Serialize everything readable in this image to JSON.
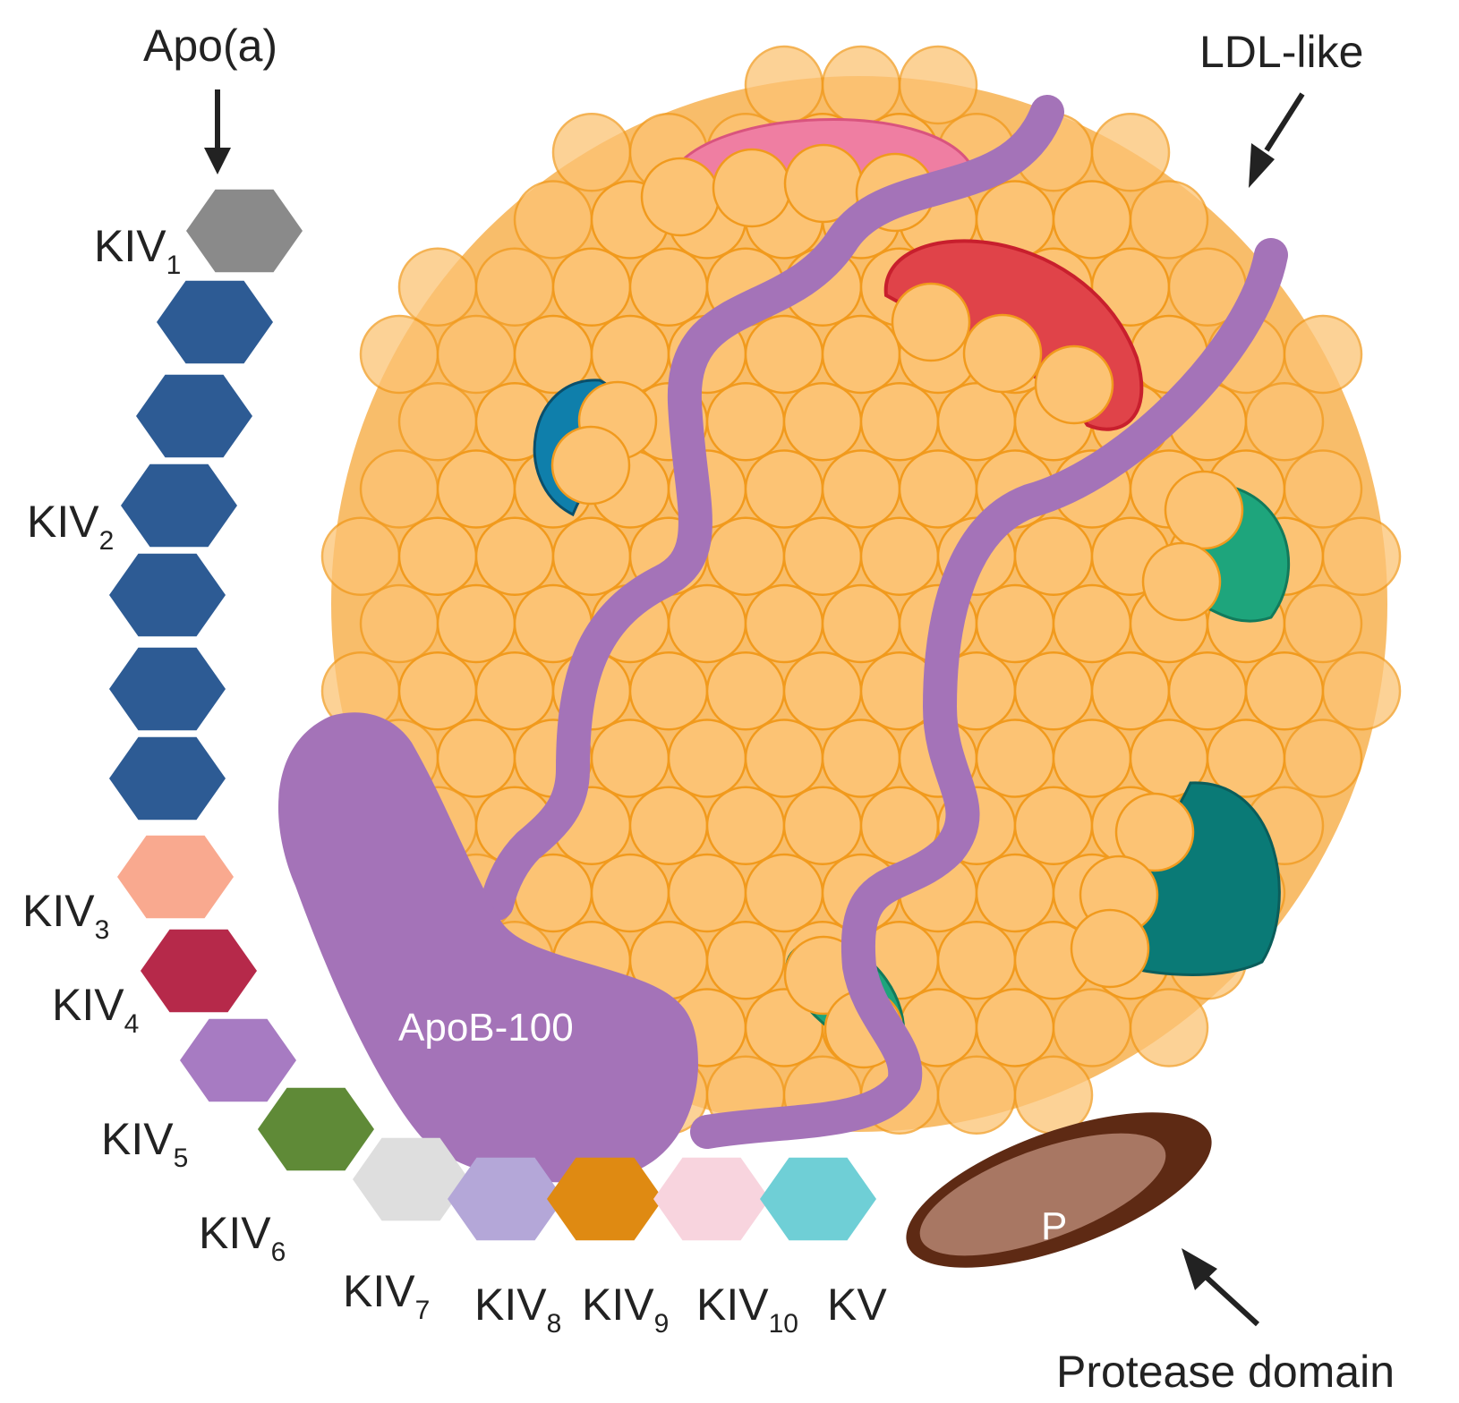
{
  "labels": {
    "apo_a": "Apo(a)",
    "ldl_like": "LDL-like",
    "apob100": "ApoB-100",
    "protease_domain": "Protease domain",
    "protease_letter": "P"
  },
  "kringles": [
    {
      "name": "KIV",
      "sub": "1",
      "color": "#8a8a8a"
    },
    {
      "name": "KIV",
      "sub": "2",
      "color": "#2d5b94"
    },
    {
      "name": "KIV",
      "sub": "3",
      "color": "#f9a98f"
    },
    {
      "name": "KIV",
      "sub": "4",
      "color": "#b6294a"
    },
    {
      "name": "KIV",
      "sub": "5",
      "color": "#a77bc2"
    },
    {
      "name": "KIV",
      "sub": "6",
      "color": "#5f8a37"
    },
    {
      "name": "KIV",
      "sub": "7",
      "color": "#dedede"
    },
    {
      "name": "KIV",
      "sub": "8",
      "color": "#b4a7d8"
    },
    {
      "name": "KIV",
      "sub": "9",
      "color": "#df8a12"
    },
    {
      "name": "KIV",
      "sub": "10",
      "color": "#f8d4de"
    },
    {
      "name": "KV",
      "sub": "",
      "color": "#6fcfd6"
    }
  ],
  "colors": {
    "particle": "#f7b65a",
    "lipid": "#fcc374",
    "lipid_stroke": "#f19a1d",
    "apob": "#a473b8",
    "red_protein": "#e04349",
    "pink_protein": "#ef7ea2",
    "blue_protein": "#0f7fab",
    "green_protein": "#1ea57c",
    "teal_protein": "#0a7a76",
    "protease_outer": "#5e2a14",
    "protease_inner": "#a87763"
  }
}
